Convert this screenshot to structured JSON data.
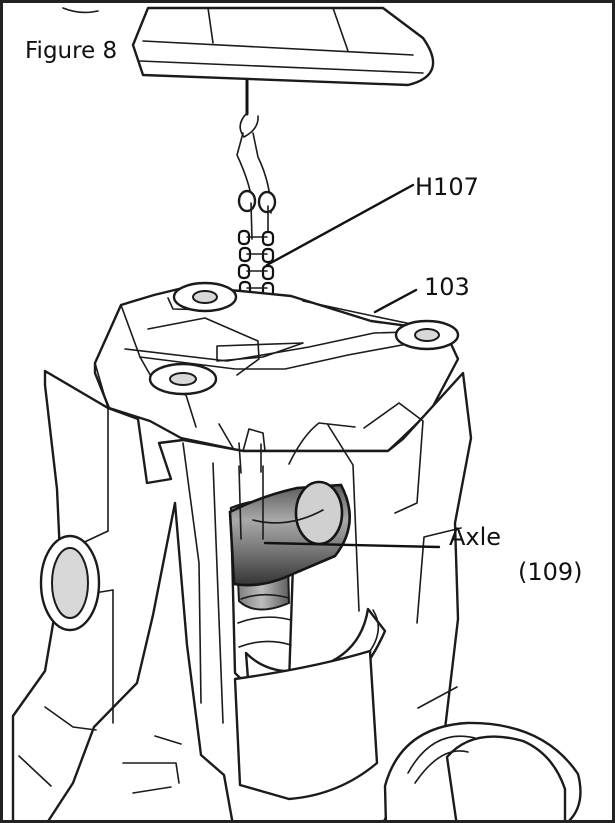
{
  "figure": {
    "title": "Figure 8",
    "labels": {
      "h107": "H107",
      "part_103": "103",
      "axle": "Axle",
      "axle_number": "(109)"
    }
  }
}
